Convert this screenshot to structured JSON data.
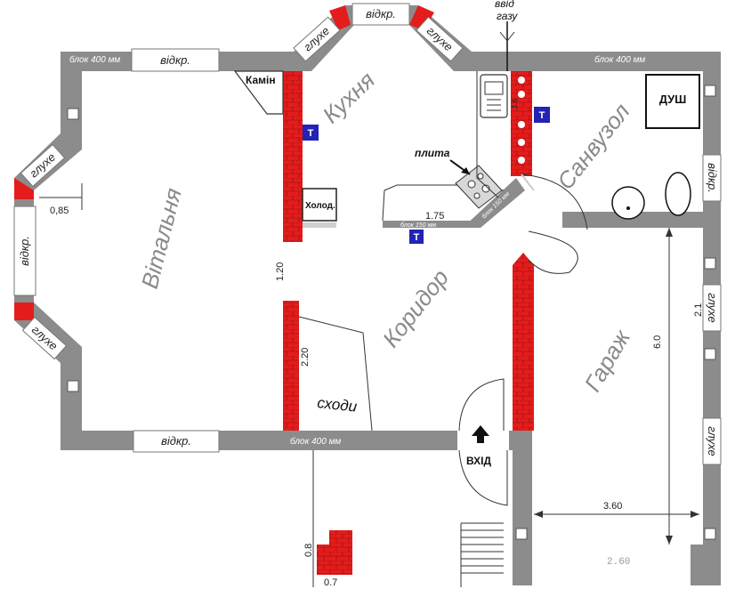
{
  "rooms": {
    "living": "Вітальня",
    "kitchen": "Кухня",
    "bathroom": "Санвузол",
    "corridor": "Коридор",
    "garage": "Гараж"
  },
  "labels": {
    "fireplace": "Камін",
    "fridge": "Холод.",
    "stove": "плита",
    "stairs": "сходи",
    "shower": "ДУШ",
    "entrance": "ВХІД",
    "gas_inlet_line1": "ввід",
    "gas_inlet_line2": "газу",
    "t_marker": "Т"
  },
  "windows": {
    "open": "відкр.",
    "blind": "глухе"
  },
  "wall_notes": {
    "block_400": "блок 400 мм",
    "block_150": "блок 150 мм"
  },
  "dimensions": {
    "d_085": "0,85",
    "d_175": "1.75",
    "d_120": "1.20",
    "d_220": "2.20",
    "d_21": "2.1",
    "d_60": "6.0",
    "d_360": "3.60",
    "d_260": "2.60",
    "d_08": "0.8",
    "d_07": "0.7",
    "d_16": "1.6"
  },
  "colors": {
    "wall": "#8c8c8c",
    "brick": "#e41c1c",
    "marker": "#2323b4"
  }
}
